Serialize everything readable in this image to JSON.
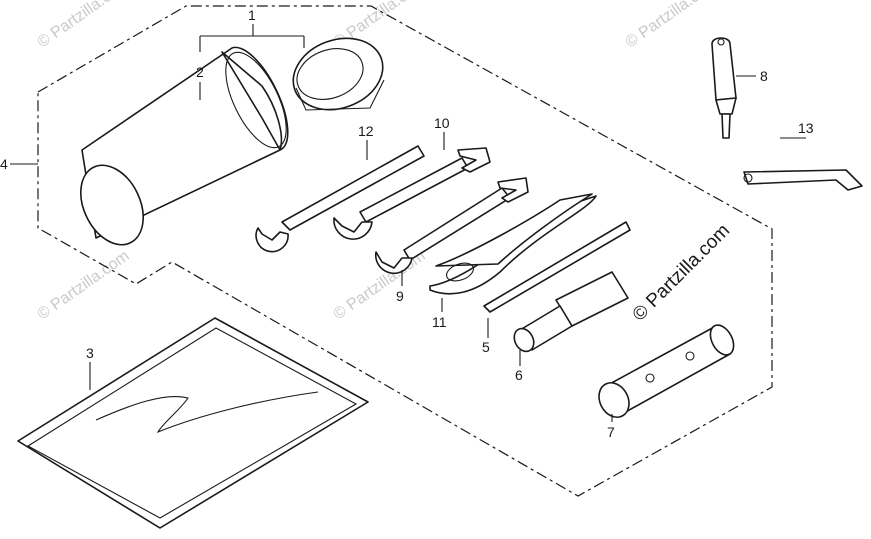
{
  "diagram": {
    "callouts": [
      {
        "label": "1"
      },
      {
        "label": "2"
      },
      {
        "label": "3"
      },
      {
        "label": "4"
      },
      {
        "label": "5"
      },
      {
        "label": "6"
      },
      {
        "label": "7"
      },
      {
        "label": "8"
      },
      {
        "label": "9"
      },
      {
        "label": "10"
      },
      {
        "label": "11"
      },
      {
        "label": "12"
      },
      {
        "label": "13"
      }
    ],
    "watermark": "© Partzilla.com",
    "watermark_faint": "© Partzilla.com"
  }
}
